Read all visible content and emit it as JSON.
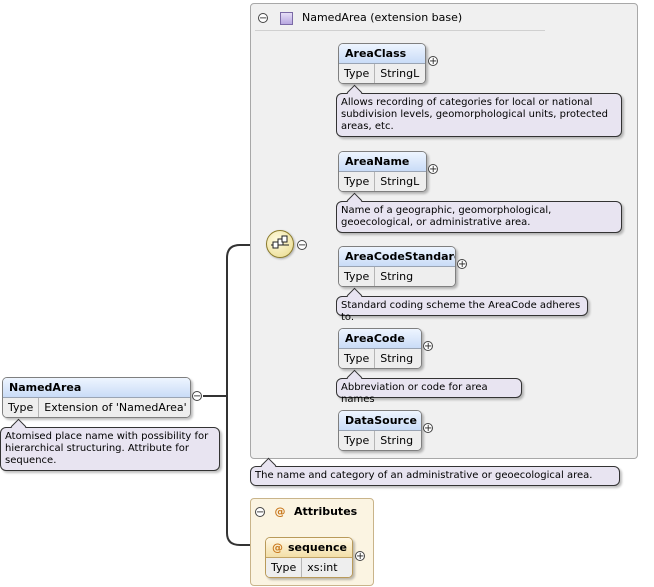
{
  "root": {
    "name": "NamedArea",
    "type_label": "Type",
    "type_value": "Extension of 'NamedArea'",
    "documentation": "Atomised place name with possibility for hierarchical structuring. Attribute for sequence."
  },
  "extension": {
    "title": "NamedArea (extension base)",
    "documentation": "The name and category of an administrative or geoecological area.",
    "elements": [
      {
        "name": "AreaClass",
        "type_label": "Type",
        "type_value": "StringL",
        "documentation": "Allows recording of categories for local or national subdivision levels, geomorphological units, protected areas, etc."
      },
      {
        "name": "AreaName",
        "type_label": "Type",
        "type_value": "StringL",
        "documentation": "Name of a geographic, geomorphological, geoecological, or administrative area."
      },
      {
        "name": "AreaCodeStandard",
        "type_label": "Type",
        "type_value": "String",
        "documentation": "Standard coding scheme the AreaCode adheres to."
      },
      {
        "name": "AreaCode",
        "type_label": "Type",
        "type_value": "String",
        "documentation": "Abbreviation or code for area names"
      },
      {
        "name": "DataSource",
        "type_label": "Type",
        "type_value": "String"
      }
    ]
  },
  "attributes": {
    "title": "Attributes",
    "at_symbol": "@",
    "items": [
      {
        "name": "sequence",
        "type_label": "Type",
        "type_value": "xs:int"
      }
    ]
  },
  "toggles": {
    "collapse": "−",
    "expand": "+"
  },
  "icons": {
    "sequence_compositor": "sequence-icon",
    "complex_type": "complex-type-icon"
  },
  "colors": {
    "element_header": "#c9dcf7",
    "doc_bubble": "#e8e4f1",
    "attribute_accent": "#c9781e",
    "extension_bg": "#f0f0f0"
  }
}
